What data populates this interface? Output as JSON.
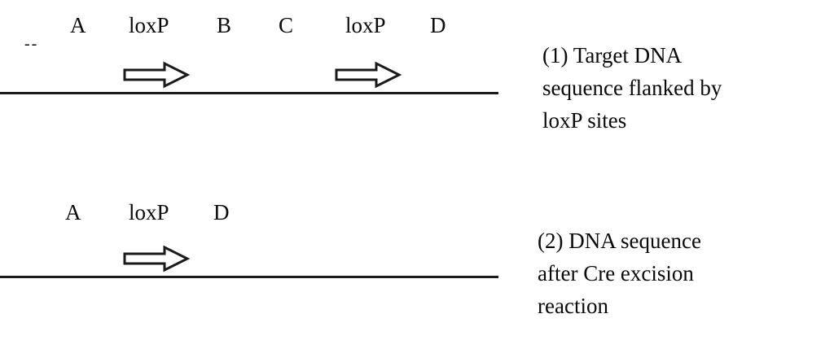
{
  "colors": {
    "background": "#ffffff",
    "ink": "#1a1a1a"
  },
  "diagram1": {
    "tick": "--",
    "labels": [
      "A",
      "loxP",
      "B",
      "C",
      "loxP",
      "D"
    ],
    "arrow_icons": [
      "right-block-arrow",
      "right-block-arrow"
    ],
    "caption_lines": [
      "(1) Target DNA",
      "sequence flanked by",
      "loxP sites"
    ]
  },
  "diagram2": {
    "labels": [
      "A",
      "loxP",
      "D"
    ],
    "arrow_icons": [
      "right-block-arrow"
    ],
    "caption_lines": [
      "(2)  DNA sequence",
      "after Cre excision",
      "reaction"
    ]
  }
}
